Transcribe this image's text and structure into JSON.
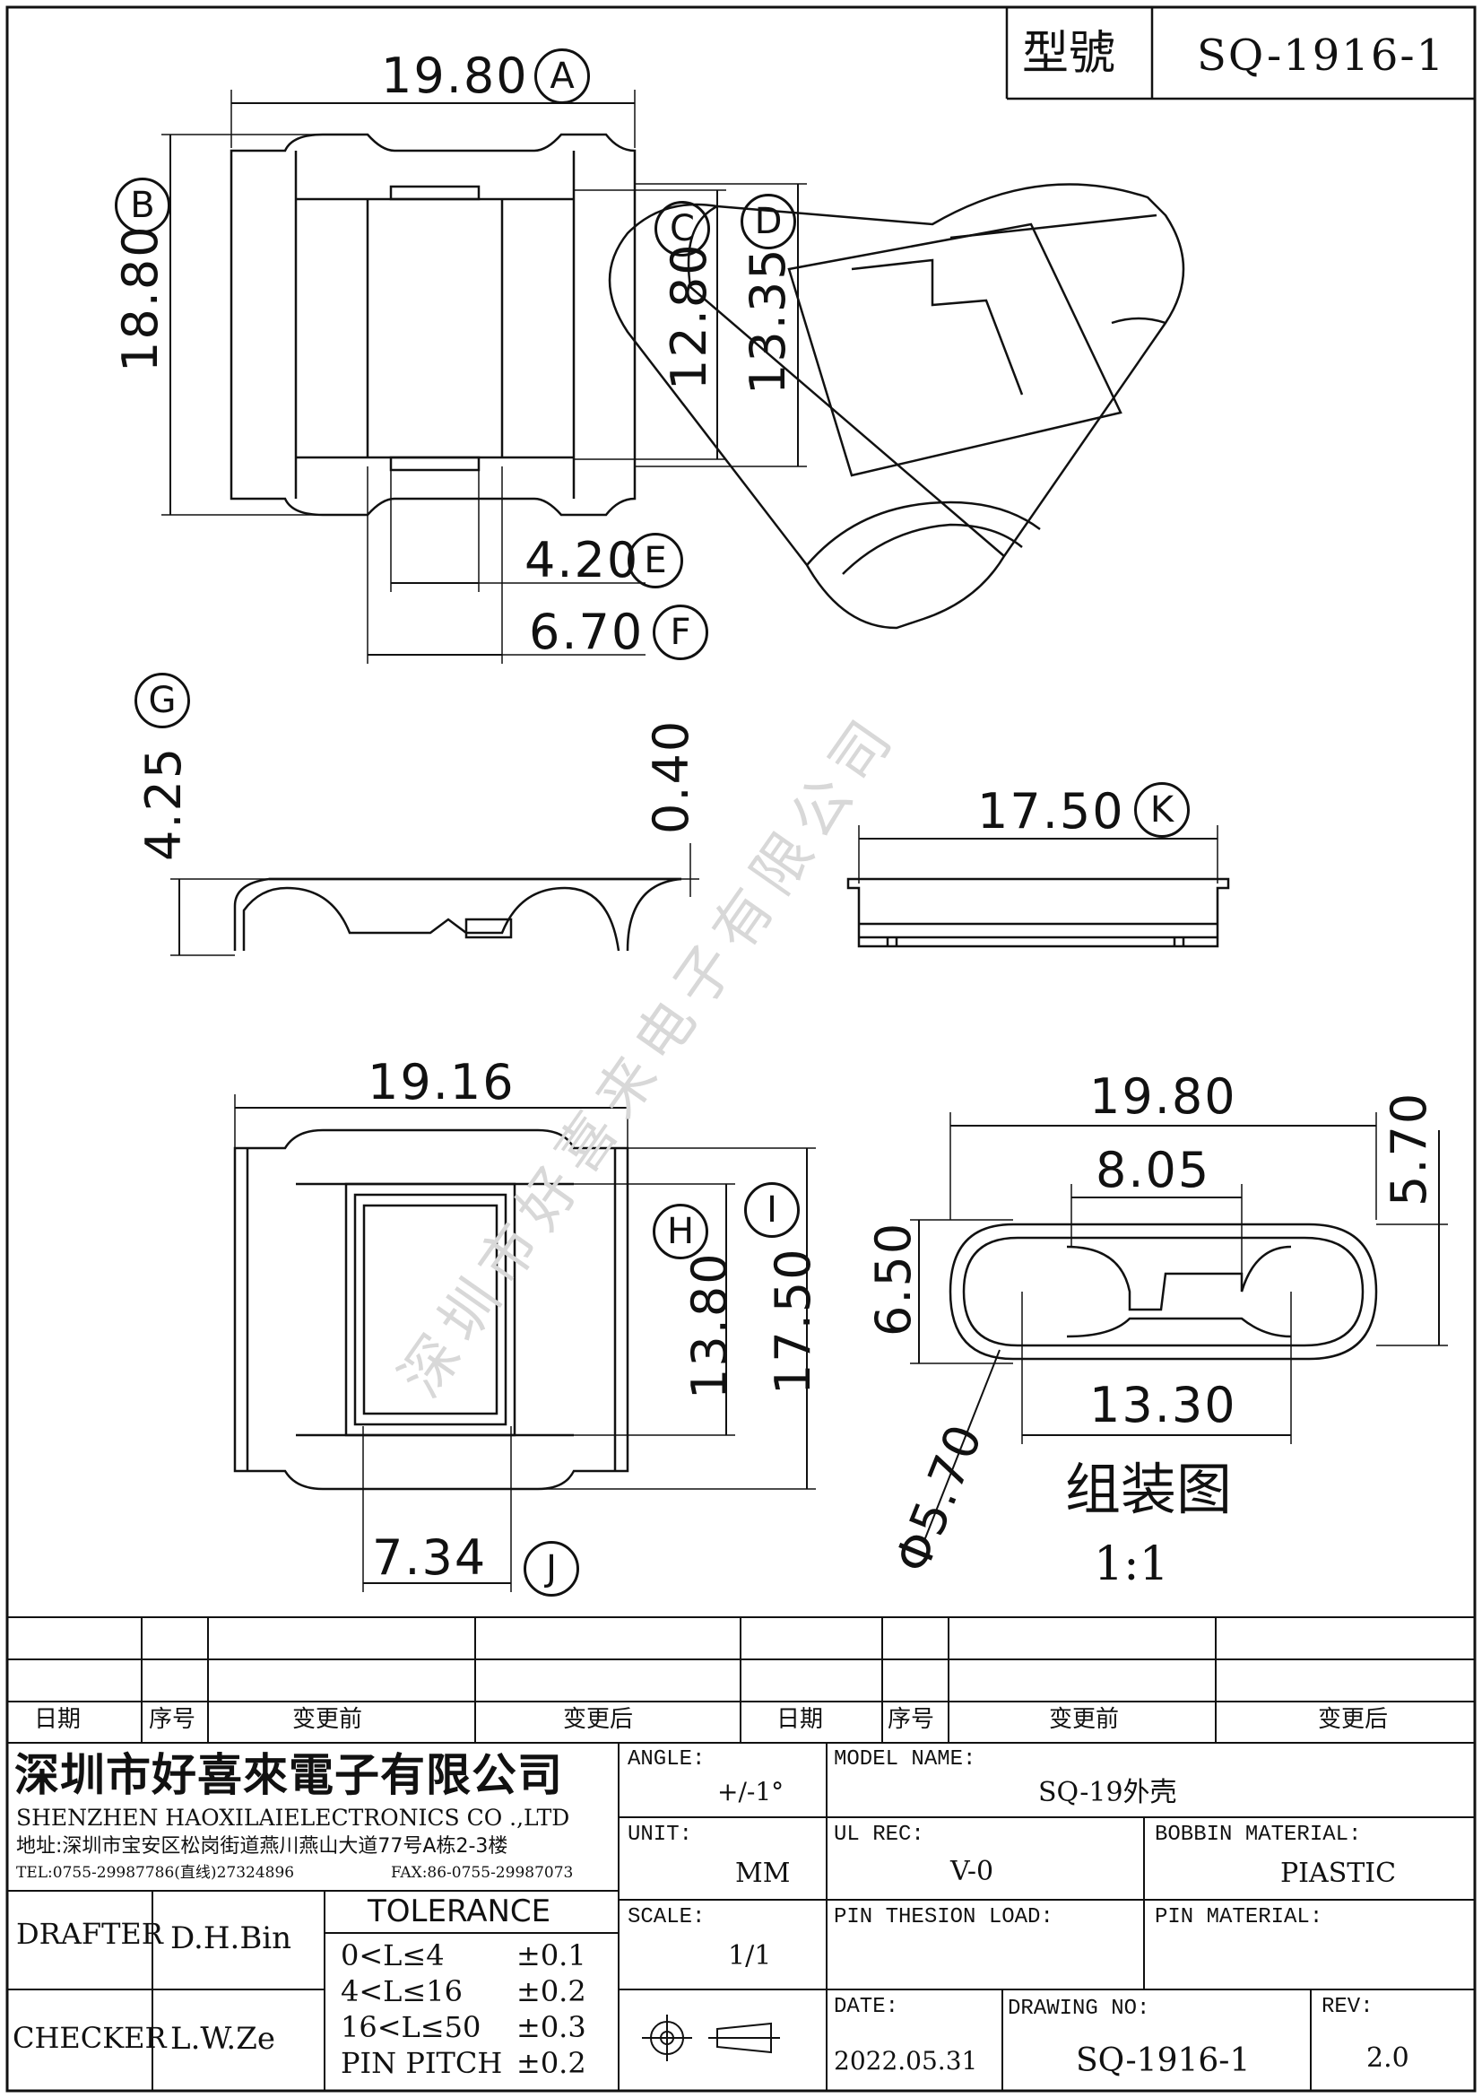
{
  "header": {
    "model_label": "型號",
    "model_value": "SQ-1916-1"
  },
  "dims": {
    "A": {
      "value": "19.80",
      "letter": "A"
    },
    "B": {
      "value": "18.80",
      "letter": "B"
    },
    "C": {
      "value": "12.80",
      "letter": "C"
    },
    "D": {
      "value": "13.35",
      "letter": "D"
    },
    "E": {
      "value": "4.20",
      "letter": "E"
    },
    "F": {
      "value": "6.70",
      "letter": "F"
    },
    "G": {
      "value": "4.25",
      "letter": "G"
    },
    "thk": {
      "value": "0.40"
    },
    "K": {
      "value": "17.50",
      "letter": "K"
    },
    "bot_w": {
      "value": "19.16"
    },
    "H": {
      "value": "13.80",
      "letter": "H"
    },
    "I": {
      "value": "17.50",
      "letter": "I"
    },
    "J": {
      "value": "7.34",
      "letter": "J"
    },
    "end_w": {
      "value": "19.80"
    },
    "end_mid": {
      "value": "8.05"
    },
    "end_h": {
      "value": "5.70"
    },
    "end_h2": {
      "value": "6.50"
    },
    "end_pitch": {
      "value": "13.30"
    },
    "end_dia": {
      "value": "Φ5.70"
    }
  },
  "assembly": {
    "label": "组装图",
    "scale": "1:1"
  },
  "watermark": "深圳市好喜来电子有限公司",
  "revision_table": {
    "headers": [
      "日期",
      "序号",
      "变更前",
      "变更后",
      "日期",
      "序号",
      "变更前",
      "变更后"
    ]
  },
  "company": {
    "name_cn": "深圳市好喜來電子有限公司",
    "name_en": "SHENZHEN HAOXILAIELECTRONICS CO .,LTD",
    "address": "地址:深圳市宝安区松岗街道燕川燕山大道77号A栋2-3楼",
    "tel": "TEL:0755-29987786(直线)27324896",
    "fax": "FAX:86-0755-29987073"
  },
  "titleblock": {
    "angle_label": "ANGLE:",
    "angle_value": "+/-1°",
    "model_name_label": "MODEL NAME:",
    "model_name_value": "SQ-19外壳",
    "unit_label": "UNIT:",
    "unit_value": "MM",
    "ul_label": "UL REC:",
    "ul_value": "V-0",
    "bobbin_label": "BOBBIN MATERIAL:",
    "bobbin_value": "PIASTIC",
    "scale_label": "SCALE:",
    "scale_value": "1/1",
    "pin_load_label": "PIN THESION LOAD:",
    "pin_mat_label": "PIN MATERIAL:",
    "date_label": "DATE:",
    "date_value": "2022.05.31",
    "drawing_no_label": "DRAWING NO:",
    "drawing_no_value": "SQ-1916-1",
    "rev_label": "REV:",
    "rev_value": "2.0",
    "drafter_label": "DRAFTER",
    "drafter_value": "D.H.Bin",
    "checker_label": "CHECKER",
    "checker_value": "L.W.Ze",
    "tolerance_title": "TOLERANCE",
    "tol_rows": [
      {
        "range": "0<L≤4",
        "tol": "±0.1"
      },
      {
        "range": "4<L≤16",
        "tol": "±0.2"
      },
      {
        "range": "16<L≤50",
        "tol": "±0.3"
      },
      {
        "range": "PIN PITCH",
        "tol": "±0.2"
      }
    ]
  }
}
